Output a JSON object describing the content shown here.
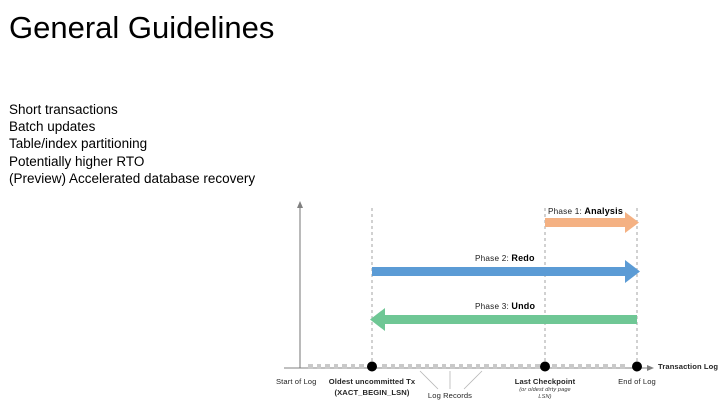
{
  "slide": {
    "title": "General Guidelines",
    "bullets": [
      "Short transactions",
      "Batch updates",
      "Table/index partitioning",
      "Potentially higher RTO",
      "(Preview) Accelerated database recovery"
    ]
  },
  "diagram": {
    "axis": {
      "x_axis_title": "Transaction Log",
      "start_of_log": "Start of Log",
      "log_record": "Log Records"
    },
    "markers": [
      {
        "label_line1": "Oldest uncommitted Tx",
        "label_line2": "(XACT_BEGIN_LSN)"
      },
      {
        "label_line1": "Last Checkpoint",
        "label_line2": "(or oldest dirty page",
        "label_line3": "LSN)"
      },
      {
        "label_line1": "End of Log"
      }
    ],
    "phases": [
      {
        "prefix": "Phase 1: ",
        "name": "Analysis",
        "color": "#F4B183",
        "direction": "right"
      },
      {
        "prefix": "Phase 2: ",
        "name": "Redo",
        "color": "#5B9BD5",
        "direction": "right"
      },
      {
        "prefix": "Phase 3: ",
        "name": "Undo",
        "color": "#6FC795",
        "direction": "left"
      }
    ]
  }
}
